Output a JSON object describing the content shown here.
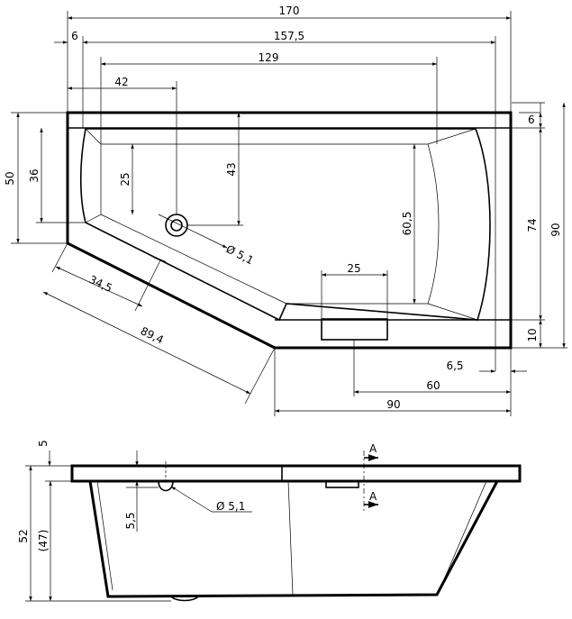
{
  "colors": {
    "line": "#000000",
    "background": "#ffffff"
  },
  "top_view": {
    "dims": {
      "total_length": "170",
      "inner_length": "157,5",
      "basin_length": "129",
      "wall_offset": "6",
      "drain_x": "42",
      "depth_left": "50",
      "depth_left_inner": "36",
      "drain_y": "25",
      "drain_to_front": "43",
      "basin_depth": "60,5",
      "seat_width": "25",
      "diagonal_short": "34,5",
      "diagonal_long": "89,4",
      "rim_top": "6",
      "inner_depth": "74",
      "total_depth": "90",
      "rim_bottom": "10",
      "right_offset": "6,5",
      "cutout_width": "60",
      "front_width": "90",
      "drain_diameter": "Ø 5,1"
    }
  },
  "side_view": {
    "dims": {
      "rim_thickness": "5",
      "overflow_depth": "5,5",
      "total_height": "52",
      "inner_height": "(47)",
      "overflow_diameter": "Ø 5,1",
      "section_mark_top": "A",
      "section_mark_bottom": "A"
    }
  }
}
